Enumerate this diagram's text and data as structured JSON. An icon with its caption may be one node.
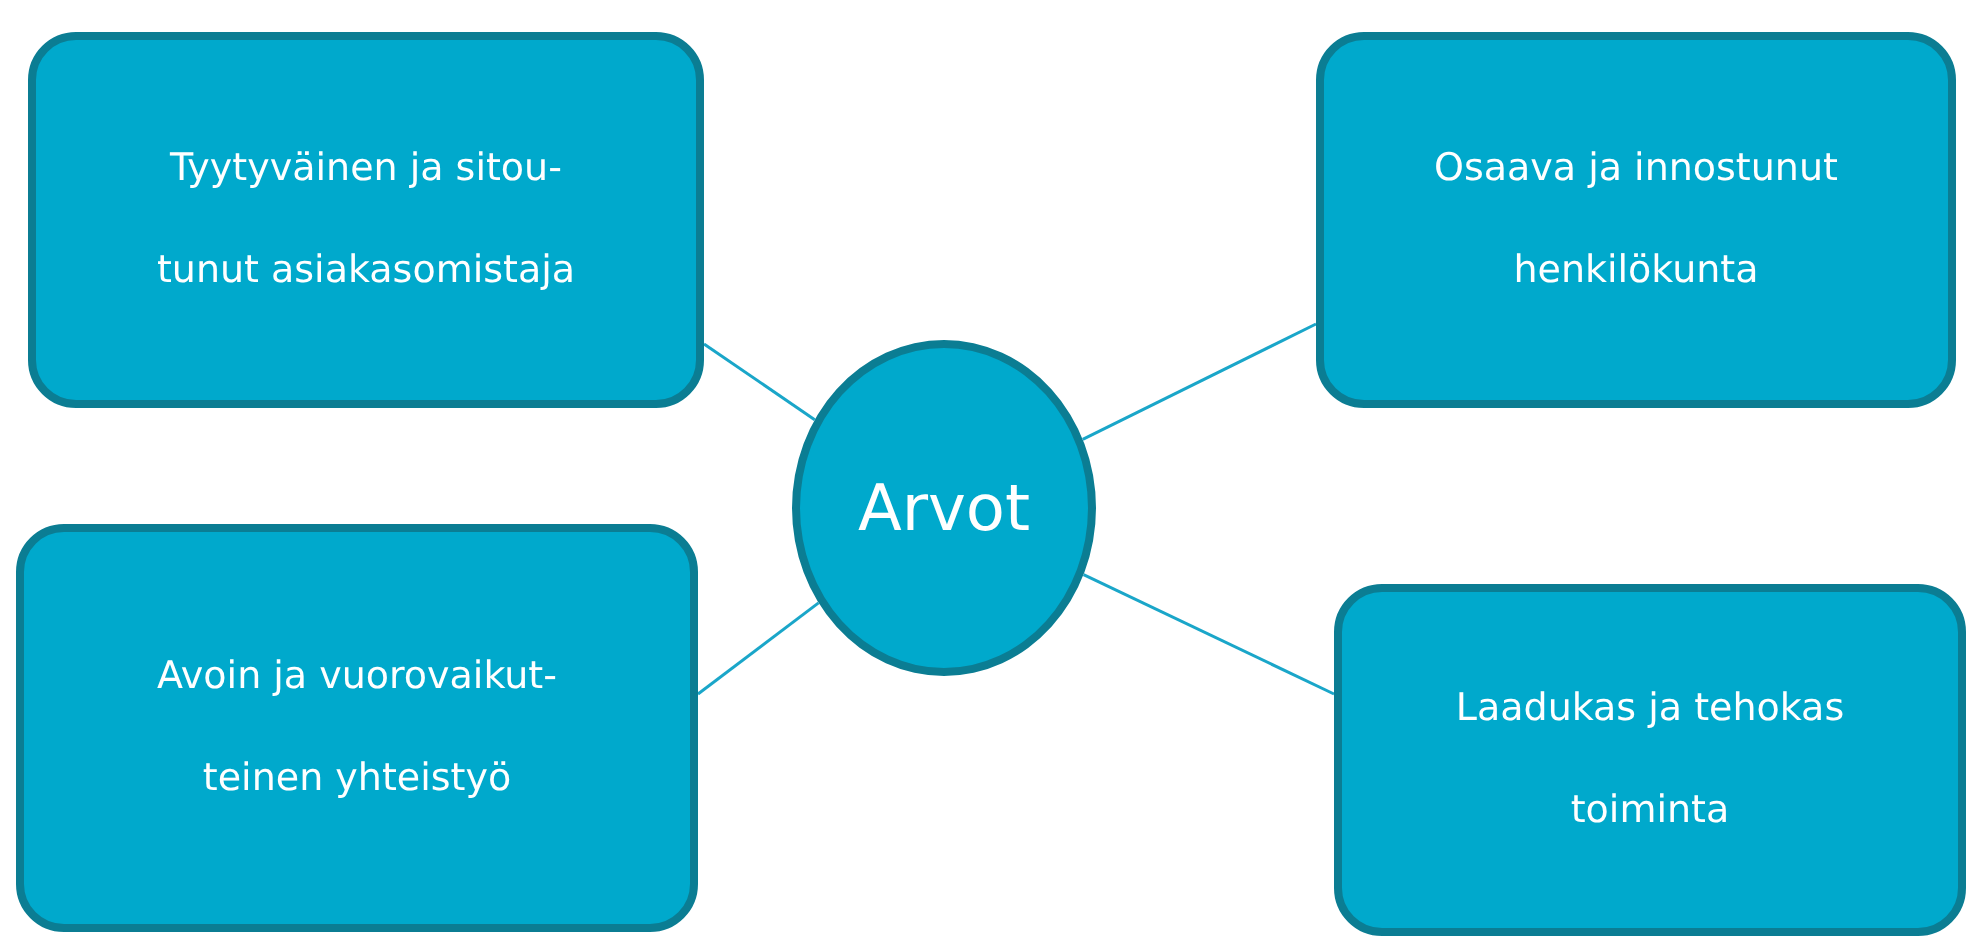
{
  "diagram": {
    "nodes": [
      {
        "text": [
          "Tyytyväinen ja sitou-tunut asiakasomistaja"
        ]
      },
      {
        "text": [
          "Osaava ja innostunut henkilökunta"
        ]
      },
      {
        "text": [
          "Arvot"
        ]
      },
      {
        "text": [
          "Avoin ja vuorovaikut-teinen yhteistyö"
        ]
      },
      {
        "text": [
          "Laadukas ja tehokas toiminta"
        ]
      }
    ],
    "edges": [
      {
        "from": 2,
        "to": 0,
        "arrow": "none"
      },
      {
        "from": 2,
        "to": 1,
        "arrow": "none"
      },
      {
        "from": 2,
        "to": 3,
        "arrow": "none"
      },
      {
        "from": 2,
        "to": 4,
        "arrow": "none"
      }
    ]
  }
}
